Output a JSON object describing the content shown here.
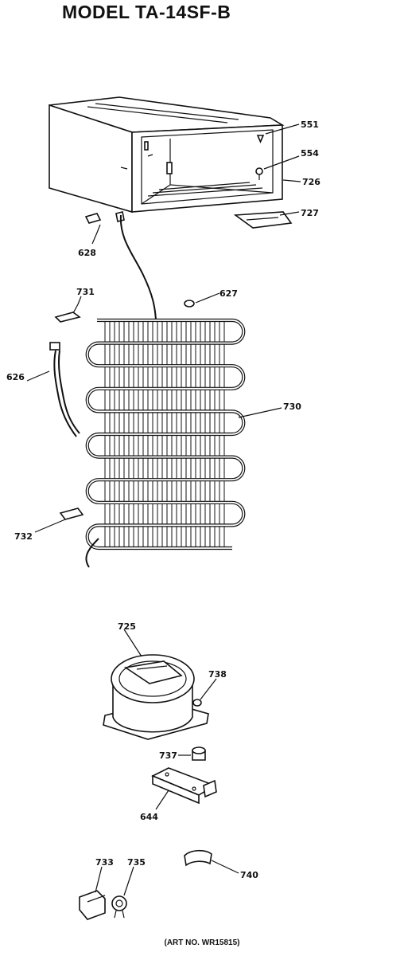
{
  "title": "MODEL TA-14SF-B",
  "art_number": "(ART NO. WR15815)",
  "callouts": [
    {
      "id": "551",
      "text": "551"
    },
    {
      "id": "554",
      "text": "554"
    },
    {
      "id": "726",
      "text": "726"
    },
    {
      "id": "727",
      "text": "727"
    },
    {
      "id": "628",
      "text": "628"
    },
    {
      "id": "627",
      "text": "627"
    },
    {
      "id": "731",
      "text": "731"
    },
    {
      "id": "626",
      "text": "626"
    },
    {
      "id": "730",
      "text": "730"
    },
    {
      "id": "732",
      "text": "732"
    },
    {
      "id": "725",
      "text": "725"
    },
    {
      "id": "738",
      "text": "738"
    },
    {
      "id": "737",
      "text": "737"
    },
    {
      "id": "644",
      "text": "644"
    },
    {
      "id": "733",
      "text": "733"
    },
    {
      "id": "735",
      "text": "735"
    },
    {
      "id": "740",
      "text": "740"
    }
  ]
}
